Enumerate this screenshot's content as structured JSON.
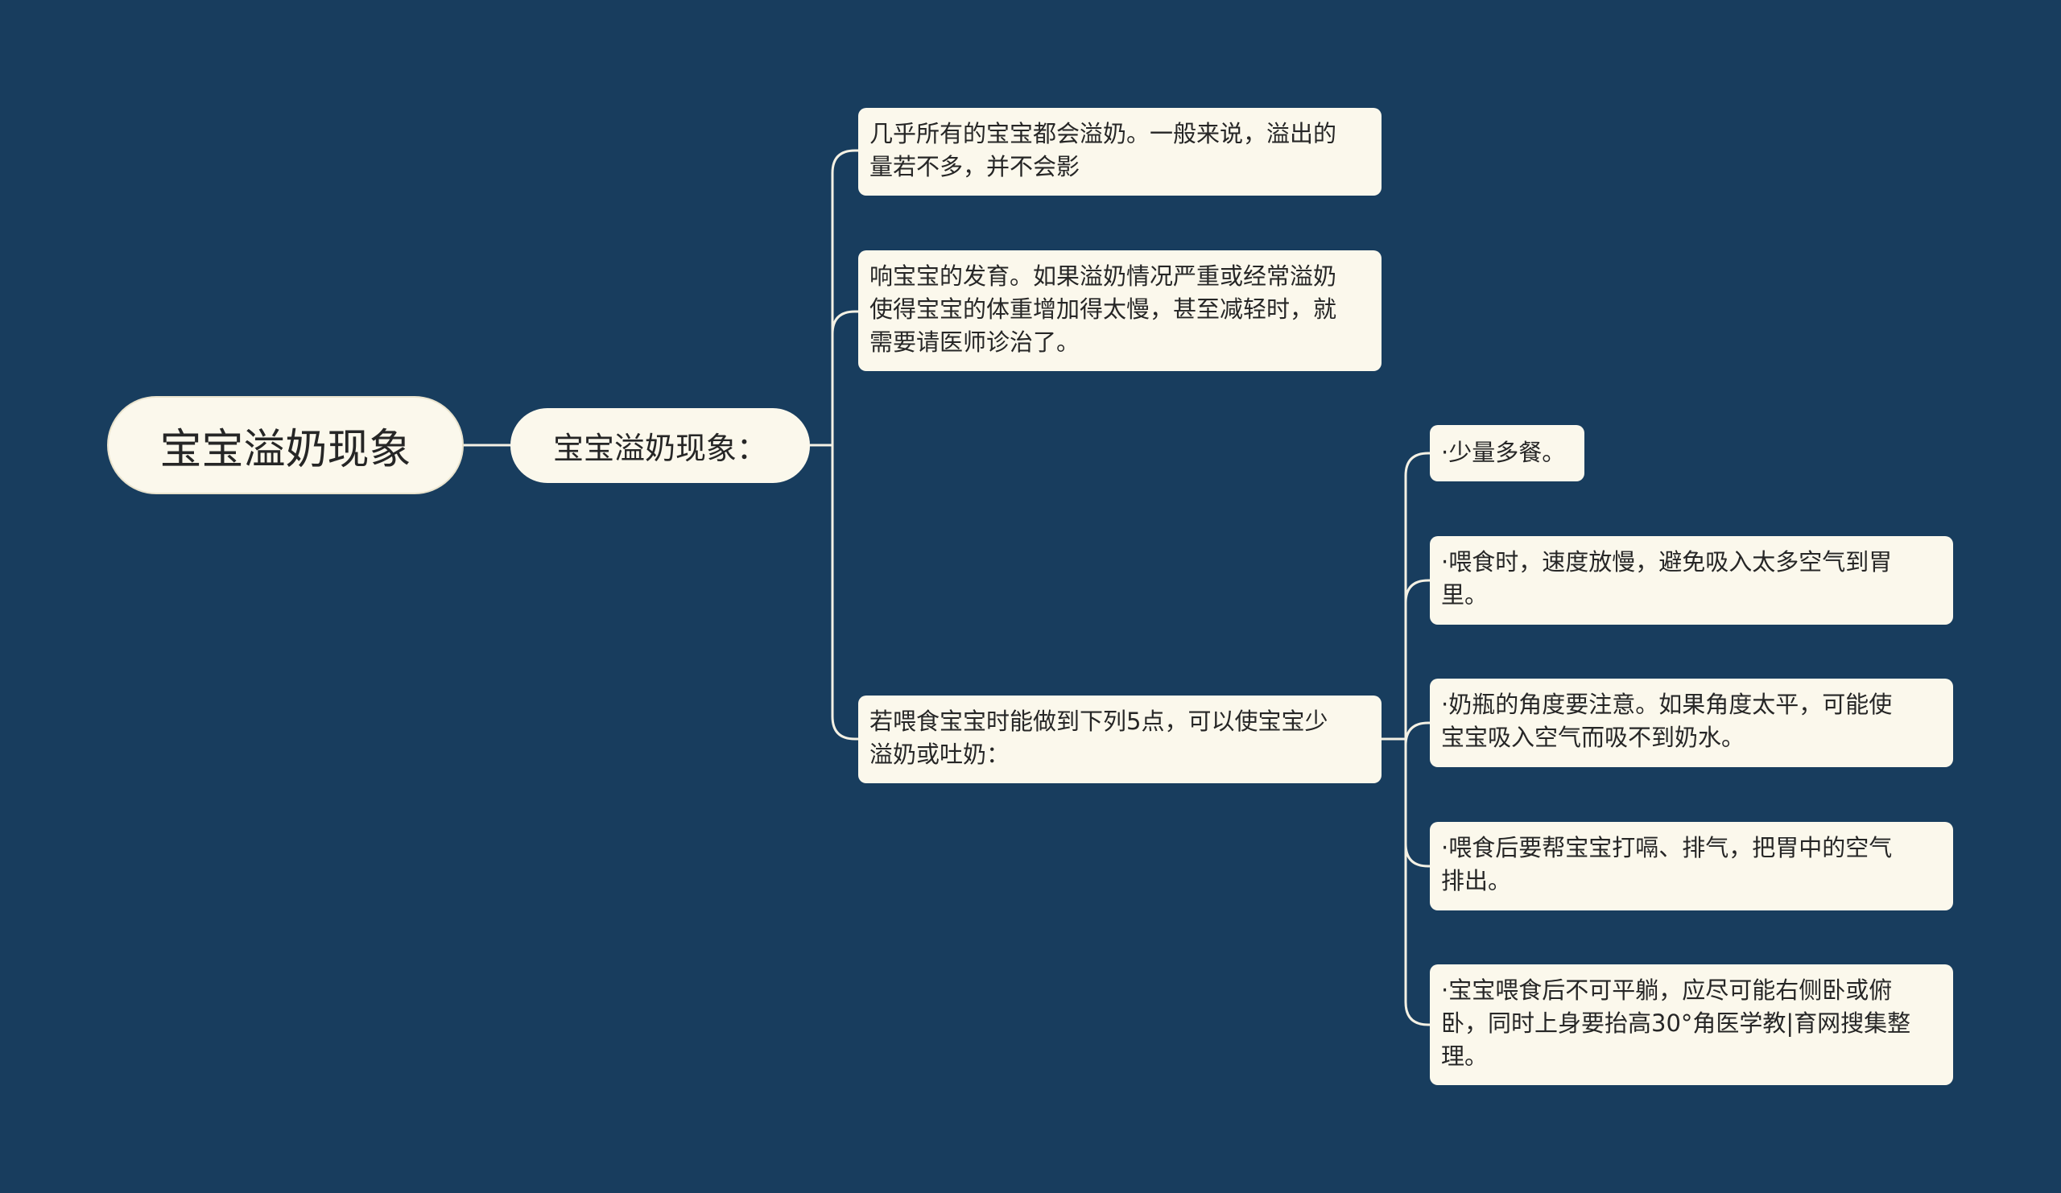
{
  "mindmap": {
    "root": {
      "label": "宝宝溢奶现象"
    },
    "branch": {
      "label": "宝宝溢奶现象："
    },
    "level1": [
      {
        "text": "几乎所有的宝宝都会溢奶。一般来说，溢出的\n量若不多，并不会影"
      },
      {
        "text": "响宝宝的发育。如果溢奶情况严重或经常溢奶\n使得宝宝的体重增加得太慢，甚至减轻时，就\n需要请医师诊治了。"
      },
      {
        "text": "若喂食宝宝时能做到下列5点，可以使宝宝少\n溢奶或吐奶："
      }
    ],
    "level2": [
      {
        "text": "·少量多餐。"
      },
      {
        "text": "·喂食时，速度放慢，避免吸入太多空气到胃\n里。"
      },
      {
        "text": "·奶瓶的角度要注意。如果角度太平，可能使\n宝宝吸入空气而吸不到奶水。"
      },
      {
        "text": "·喂食后要帮宝宝打嗝、排气，把胃中的空气\n排出。"
      },
      {
        "text": "·宝宝喂食后不可平躺，应尽可能右侧卧或俯\n卧，同时上身要抬高30°角医学教|育网搜集整\n理。"
      }
    ]
  },
  "colors": {
    "background": "#183d5e",
    "node_fill": "#fbf8ec",
    "connector": "#f4f1e4",
    "text": "#262626"
  }
}
